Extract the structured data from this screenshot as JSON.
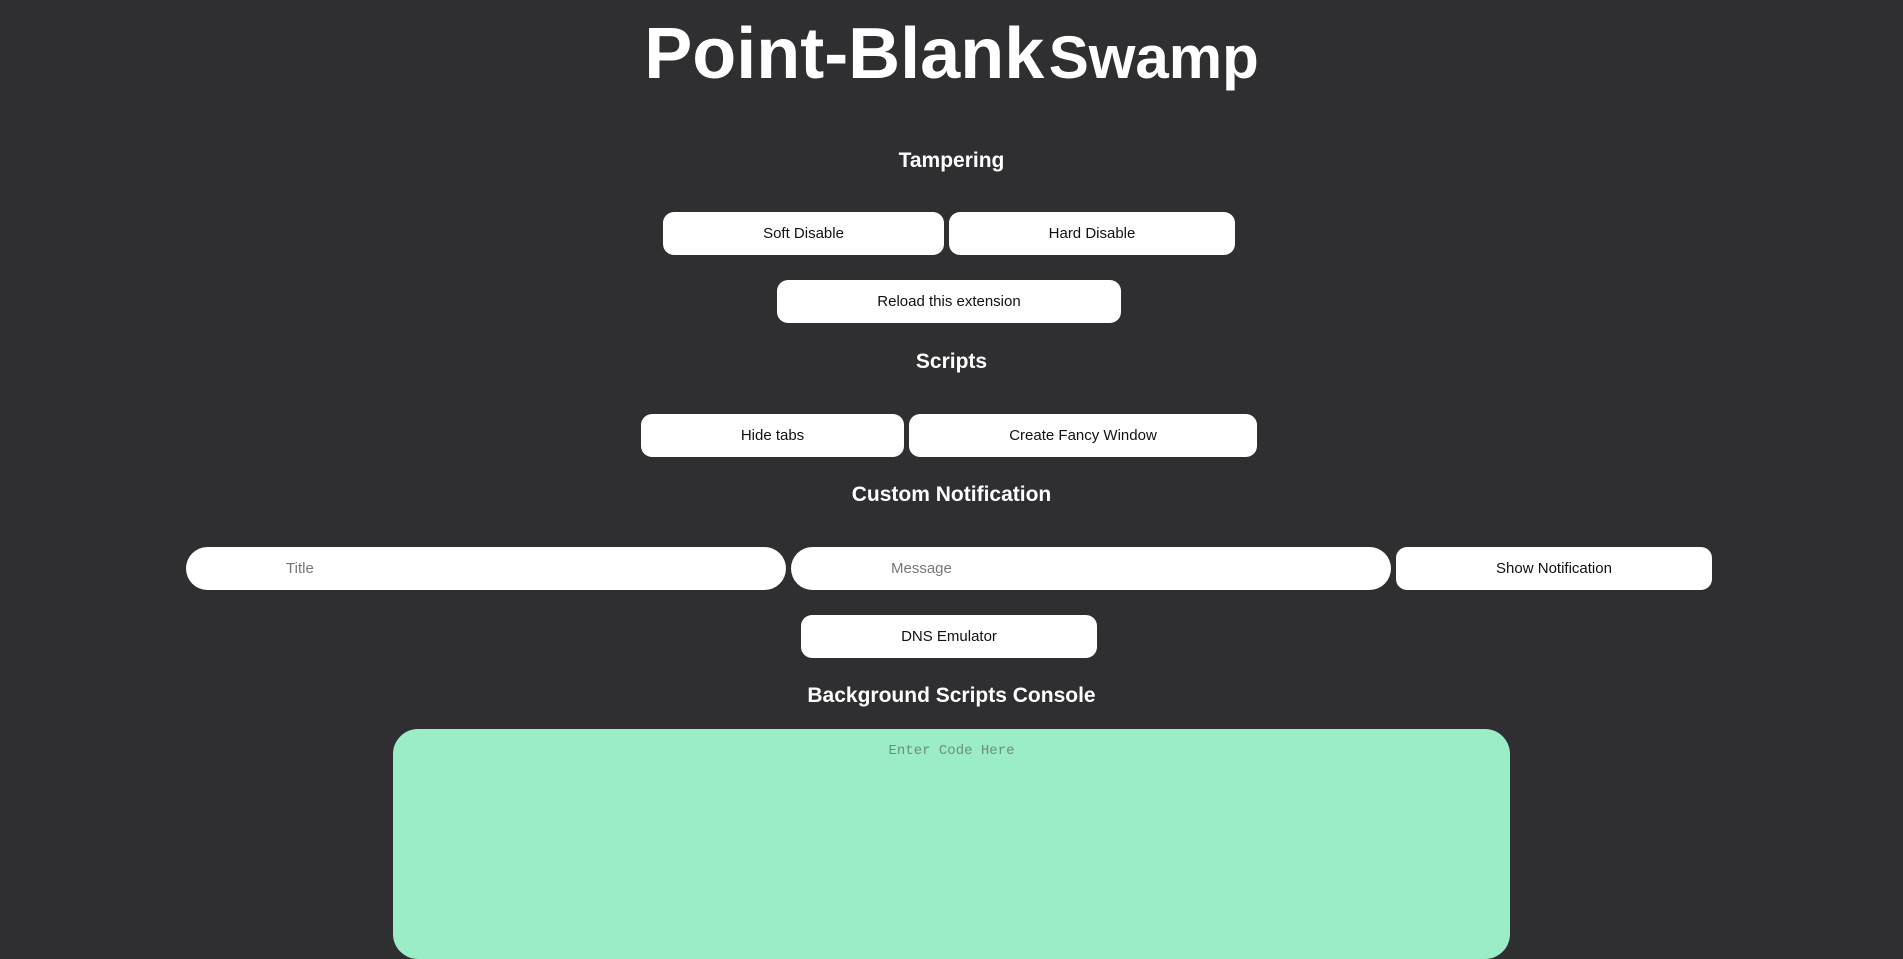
{
  "page": {
    "title_part1": "Point-Blank",
    "title_part2": "Swamp"
  },
  "sections": {
    "tampering": {
      "heading": "Tampering",
      "soft_disable": "Soft Disable",
      "hard_disable": "Hard Disable",
      "reload": "Reload this extension"
    },
    "scripts": {
      "heading": "Scripts",
      "hide_tabs": "Hide tabs",
      "create_fancy_window": "Create Fancy Window"
    },
    "notification": {
      "heading": "Custom Notification",
      "title_placeholder": "Title",
      "message_placeholder": "Message",
      "show_button": "Show Notification",
      "dns_emulator": "DNS Emulator"
    },
    "console": {
      "heading": "Background Scripts Console",
      "placeholder": "Enter Code Here"
    }
  },
  "colors": {
    "background": "#2f2f31",
    "console_bg": "#9aedc4",
    "button_bg": "#ffffff"
  }
}
